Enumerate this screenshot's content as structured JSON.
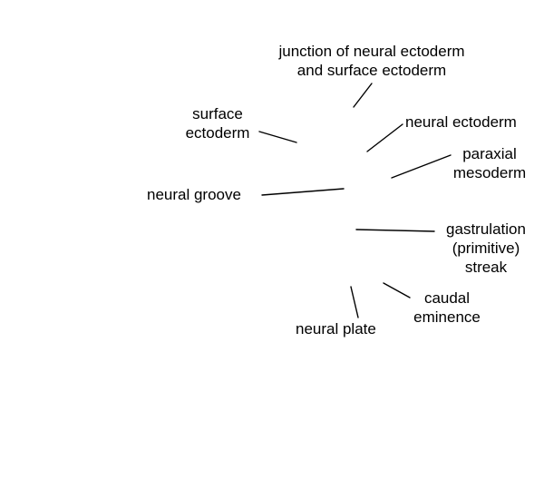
{
  "labels": {
    "junction": {
      "line1": "junction of neural ectoderm",
      "line2": "and surface ectoderm"
    },
    "surface_ectoderm": {
      "line1": "surface",
      "line2": "ectoderm"
    },
    "neural_ectoderm": "neural ectoderm",
    "paraxial_mesoderm": {
      "line1": "paraxial",
      "line2": "mesoderm"
    },
    "neural_groove": "neural groove",
    "gastrulation_streak": {
      "line1": "gastrulation",
      "line2": "(primitive)",
      "line3": "streak"
    },
    "caudal_eminence": {
      "line1": "caudal",
      "line2": "eminence"
    },
    "neural_plate": "neural plate"
  }
}
